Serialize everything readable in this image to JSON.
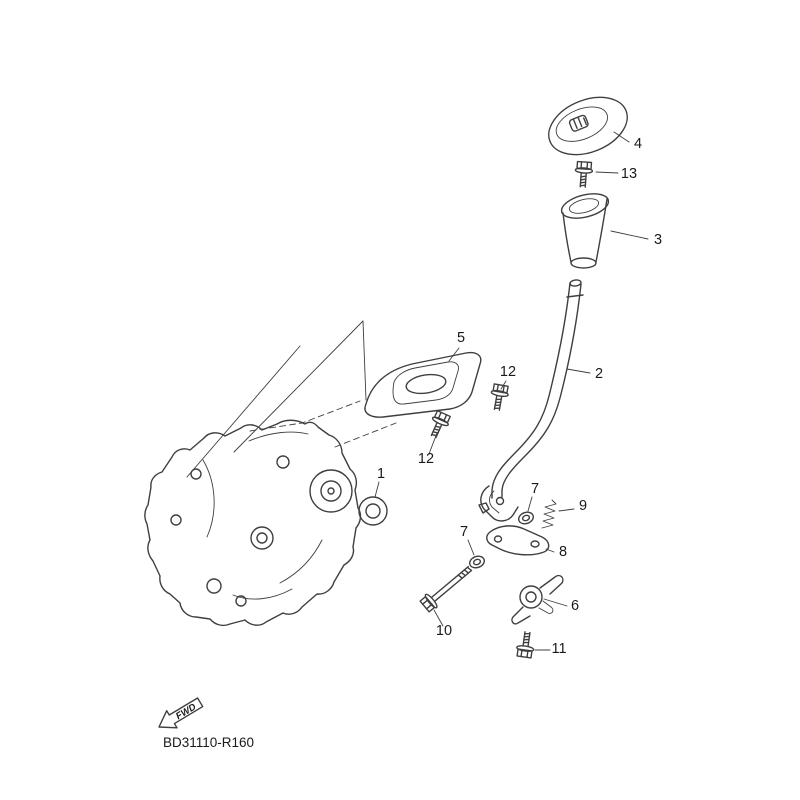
{
  "page": {
    "background": "#ffffff",
    "line_color": "#3f3f3f",
    "text_color": "#1a1a1a"
  },
  "diagram": {
    "code": "BD31110-R160",
    "fwd_label": "FWD",
    "callouts": [
      {
        "part": "4"
      },
      {
        "part": "13"
      },
      {
        "part": "3"
      },
      {
        "part": "2"
      },
      {
        "part": "5"
      },
      {
        "part": "12"
      },
      {
        "part": "12"
      },
      {
        "part": "1"
      },
      {
        "part": "7"
      },
      {
        "part": "9"
      },
      {
        "part": "8"
      },
      {
        "part": "7"
      },
      {
        "part": "6"
      },
      {
        "part": "10"
      },
      {
        "part": "11"
      }
    ]
  }
}
